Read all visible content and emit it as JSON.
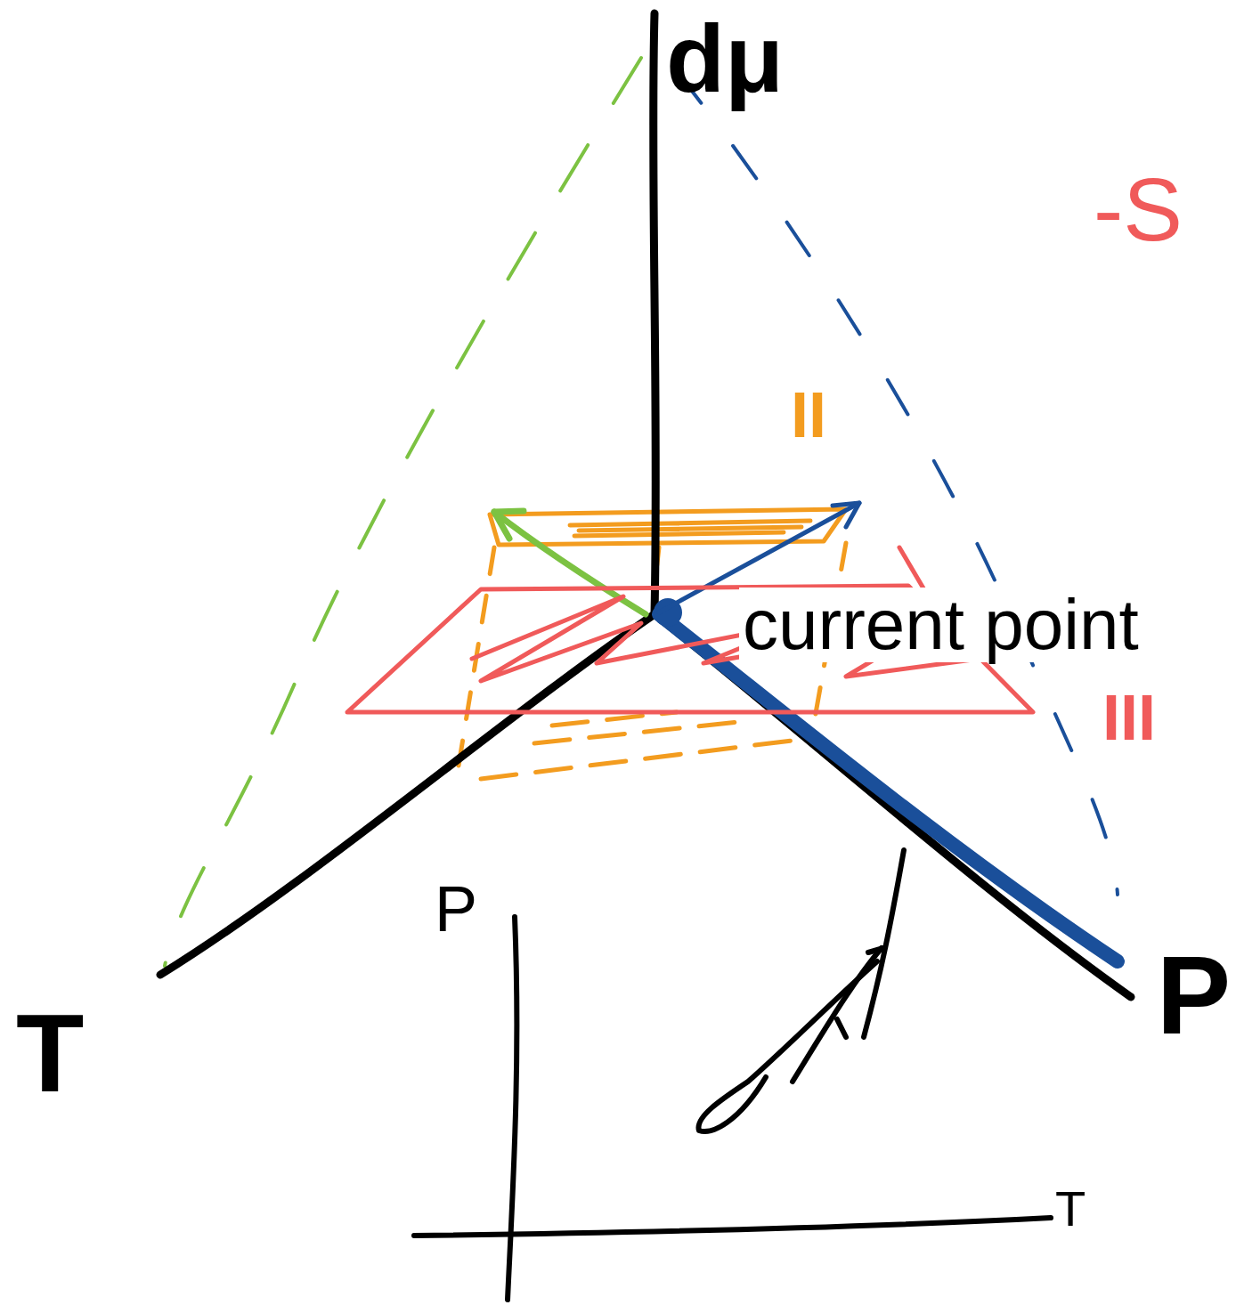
{
  "diagram": {
    "labels": [
      "dμ",
      "-S",
      "II",
      "current point",
      "III",
      "T",
      "P",
      "P",
      "T"
    ]
  }
}
